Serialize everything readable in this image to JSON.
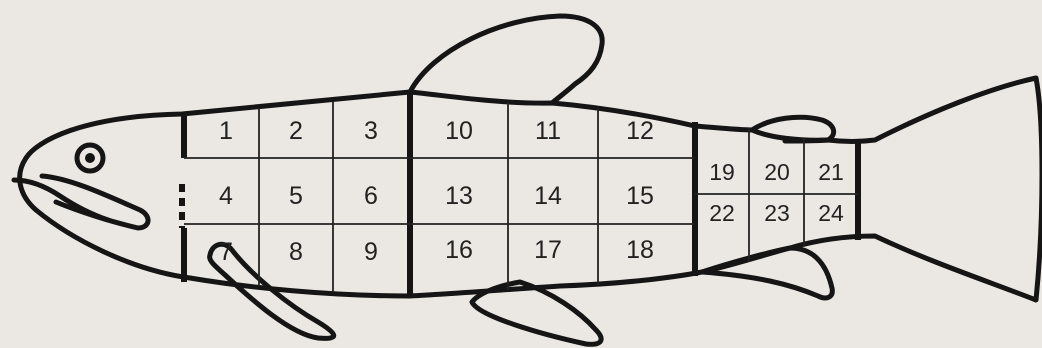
{
  "diagram": {
    "sections": [
      {
        "label": "1"
      },
      {
        "label": "2"
      },
      {
        "label": "3"
      },
      {
        "label": "4"
      },
      {
        "label": "5"
      },
      {
        "label": "6"
      },
      {
        "label": "7"
      },
      {
        "label": "8"
      },
      {
        "label": "9"
      },
      {
        "label": "10"
      },
      {
        "label": "11"
      },
      {
        "label": "12"
      },
      {
        "label": "13"
      },
      {
        "label": "14"
      },
      {
        "label": "15"
      },
      {
        "label": "16"
      },
      {
        "label": "17"
      },
      {
        "label": "18"
      },
      {
        "label": "19"
      },
      {
        "label": "20"
      },
      {
        "label": "21"
      },
      {
        "label": "22"
      },
      {
        "label": "23"
      },
      {
        "label": "24"
      }
    ]
  }
}
